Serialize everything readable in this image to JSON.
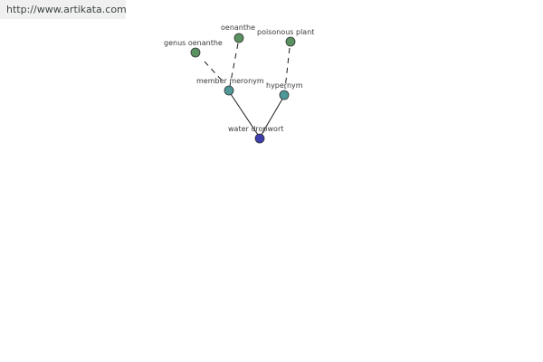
{
  "source_url": "http://www.artikata.com",
  "colors": {
    "leaf": "#5a9160",
    "relation": "#4e9898",
    "root": "#3d3dae",
    "edge": "#1c1c1c",
    "url_bar_bg": "#f0f0f0"
  },
  "nodes": {
    "genus_oenanthe": {
      "label": "genus oenanthe",
      "kind": "leaf"
    },
    "oenanthe": {
      "label": "oenanthe",
      "kind": "leaf"
    },
    "poisonous_plant": {
      "label": "poisonous plant",
      "kind": "leaf"
    },
    "member_meronym": {
      "label": "member meronym",
      "kind": "relation"
    },
    "hypernym": {
      "label": "hypernym",
      "kind": "relation"
    },
    "water_dropwort": {
      "label": "water dropwort",
      "kind": "root"
    }
  },
  "edges": [
    {
      "from": "genus_oenanthe",
      "to": "member_meronym",
      "style": "dashed"
    },
    {
      "from": "oenanthe",
      "to": "member_meronym",
      "style": "dashed"
    },
    {
      "from": "poisonous_plant",
      "to": "hypernym",
      "style": "dashed"
    },
    {
      "from": "member_meronym",
      "to": "water_dropwort",
      "style": "solid"
    },
    {
      "from": "hypernym",
      "to": "water_dropwort",
      "style": "solid"
    }
  ]
}
